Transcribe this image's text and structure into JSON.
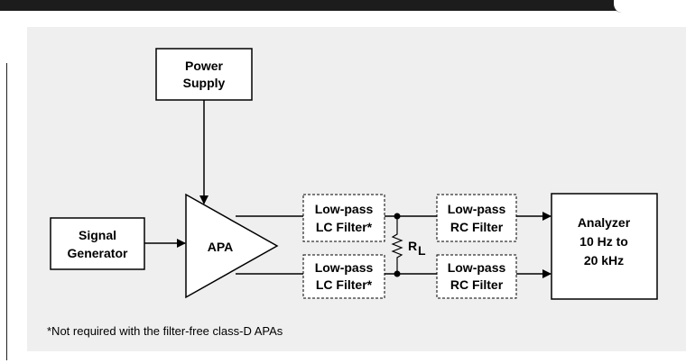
{
  "diagram": {
    "power_supply": [
      "Power",
      "Supply"
    ],
    "signal_generator": [
      "Signal",
      "Generator"
    ],
    "amplifier": "APA",
    "lc_filter_top": [
      "Low-pass",
      "LC Filter*"
    ],
    "lc_filter_bottom": [
      "Low-pass",
      "LC Filter*"
    ],
    "rc_filter_top": [
      "Low-pass",
      "RC Filter"
    ],
    "rc_filter_bottom": [
      "Low-pass",
      "RC Filter"
    ],
    "load": "R",
    "load_subscript": "L",
    "analyzer": [
      "Analyzer",
      "10 Hz to",
      "20 kHz"
    ],
    "footnote": "*Not required with the filter-free class-D APAs"
  }
}
